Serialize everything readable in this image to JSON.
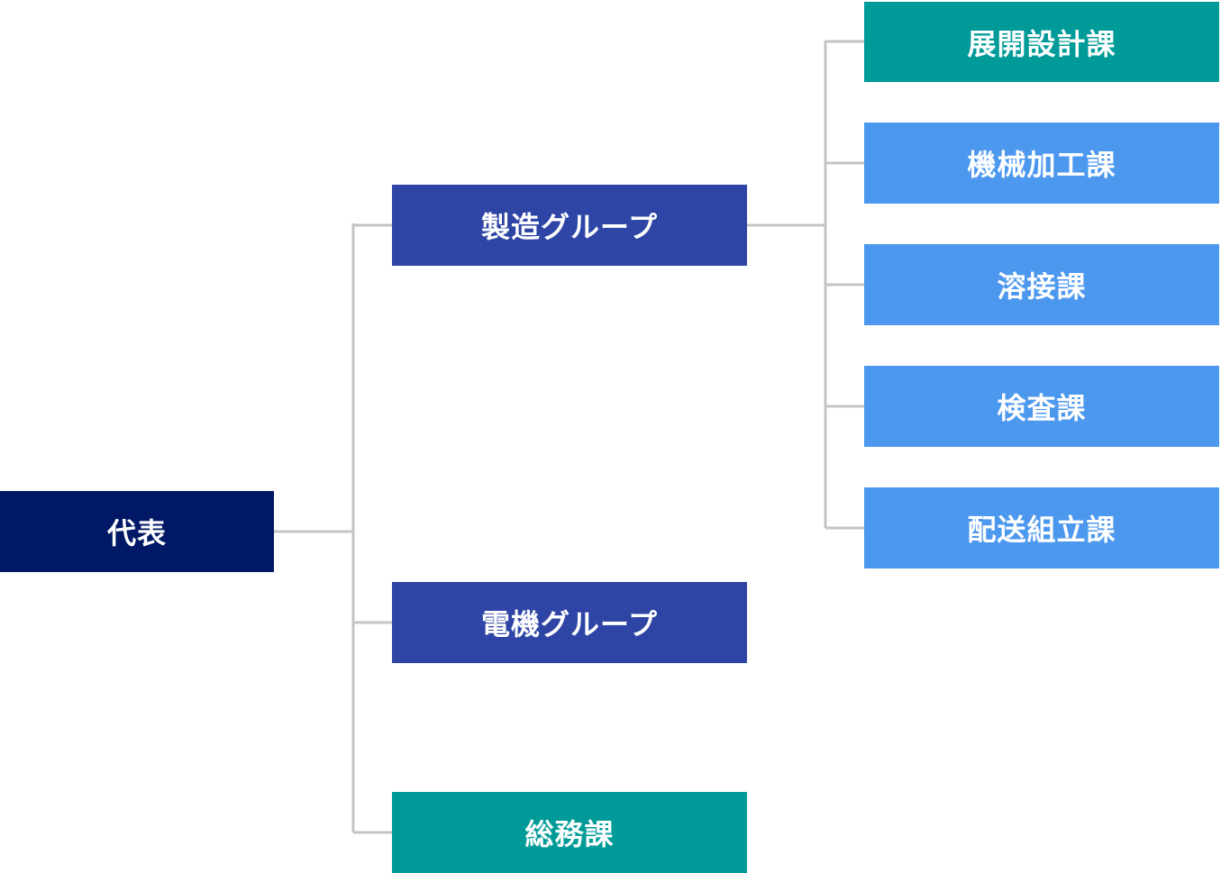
{
  "colors": {
    "root": "#001866",
    "group": "#2e45a5",
    "section_accent": "#009b98",
    "section": "#4c98ee",
    "connector": "#c4c4c4"
  },
  "org": {
    "root": {
      "label": "代表",
      "color": "#001866"
    },
    "groups": [
      {
        "label": "製造グループ",
        "color": "#2e45a5"
      },
      {
        "label": "電機グループ",
        "color": "#2e45a5"
      },
      {
        "label": "総務課",
        "color": "#009b98"
      }
    ],
    "sections": [
      {
        "label": "展開設計課",
        "color": "#009b98"
      },
      {
        "label": "機械加工課",
        "color": "#4c98ee"
      },
      {
        "label": "溶接課",
        "color": "#4c98ee"
      },
      {
        "label": "検査課",
        "color": "#4c98ee"
      },
      {
        "label": "配送組立課",
        "color": "#4c98ee"
      }
    ]
  }
}
